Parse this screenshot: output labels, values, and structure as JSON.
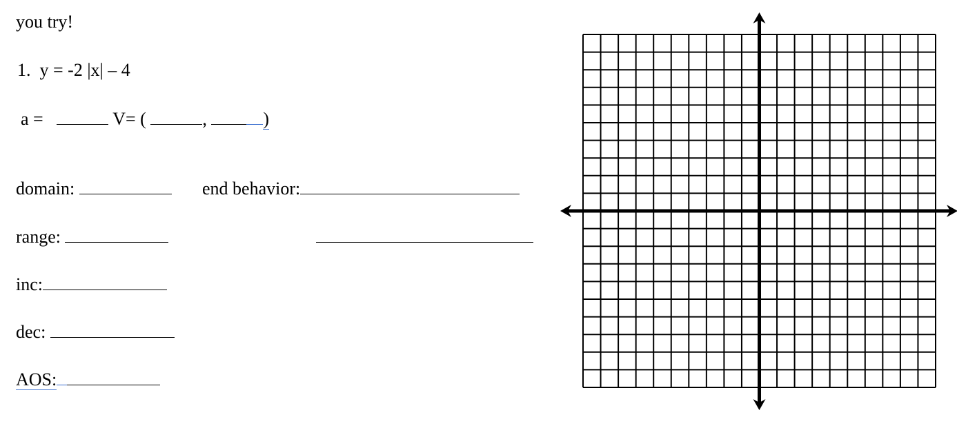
{
  "heading": "you try!",
  "problem": {
    "number": "1.",
    "equation": "y = -2 |x| – 4"
  },
  "params": {
    "a_label": "a =",
    "v_label": "V= (",
    "comma": ",",
    "close": ")"
  },
  "fields": {
    "domain": "domain:",
    "end_behavior": "end behavior:",
    "range": "range:",
    "inc": "inc:",
    "dec": "dec:",
    "aos": "AOS:"
  },
  "graph": {
    "columns": 20,
    "rows": 20,
    "origin_col": 10,
    "origin_row": 10
  }
}
